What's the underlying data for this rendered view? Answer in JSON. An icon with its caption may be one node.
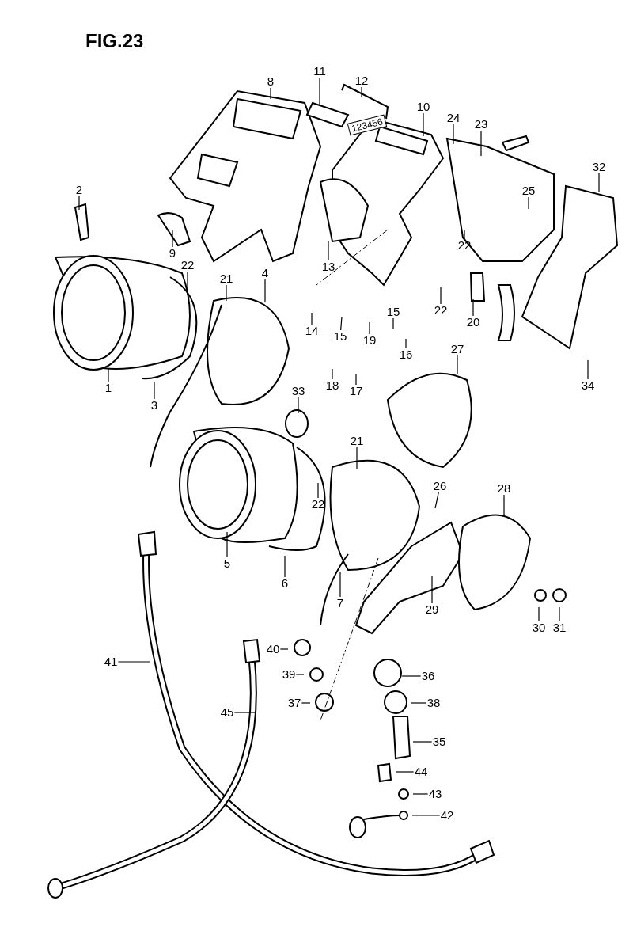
{
  "diagram": {
    "title": "FIG.23",
    "nodes": [
      {
        "text": [
          "1"
        ]
      },
      {
        "text": [
          "2"
        ]
      },
      {
        "text": [
          "3"
        ]
      },
      {
        "text": [
          "4"
        ]
      },
      {
        "text": [
          "5"
        ]
      },
      {
        "text": [
          "6"
        ]
      },
      {
        "text": [
          "7"
        ]
      },
      {
        "text": [
          "8"
        ]
      },
      {
        "text": [
          "9"
        ]
      },
      {
        "text": [
          "10"
        ]
      },
      {
        "text": [
          "11"
        ]
      },
      {
        "text": [
          "12"
        ]
      },
      {
        "text": [
          "13"
        ]
      },
      {
        "text": [
          "14"
        ]
      },
      {
        "text": [
          "15"
        ]
      },
      {
        "text": [
          "15"
        ]
      },
      {
        "text": [
          "16"
        ]
      },
      {
        "text": [
          "17"
        ]
      },
      {
        "text": [
          "18"
        ]
      },
      {
        "text": [
          "19"
        ]
      },
      {
        "text": [
          "20"
        ]
      },
      {
        "text": [
          "21"
        ]
      },
      {
        "text": [
          "21"
        ]
      },
      {
        "text": [
          "22"
        ]
      },
      {
        "text": [
          "22"
        ]
      },
      {
        "text": [
          "22"
        ]
      },
      {
        "text": [
          "22"
        ]
      },
      {
        "text": [
          "23"
        ]
      },
      {
        "text": [
          "24"
        ]
      },
      {
        "text": [
          "25"
        ]
      },
      {
        "text": [
          "26"
        ]
      },
      {
        "text": [
          "27"
        ]
      },
      {
        "text": [
          "28"
        ]
      },
      {
        "text": [
          "29"
        ]
      },
      {
        "text": [
          "30"
        ]
      },
      {
        "text": [
          "31"
        ]
      },
      {
        "text": [
          "32"
        ]
      },
      {
        "text": [
          "33"
        ]
      },
      {
        "text": [
          "34"
        ]
      },
      {
        "text": [
          "35"
        ]
      },
      {
        "text": [
          "36"
        ]
      },
      {
        "text": [
          "37"
        ]
      },
      {
        "text": [
          "38"
        ]
      },
      {
        "text": [
          "39"
        ]
      },
      {
        "text": [
          "40"
        ]
      },
      {
        "text": [
          "41"
        ]
      },
      {
        "text": [
          "42"
        ]
      },
      {
        "text": [
          "43"
        ]
      },
      {
        "text": [
          "44"
        ]
      },
      {
        "text": [
          "45"
        ]
      }
    ],
    "edges": [
      {
        "from": 0,
        "to": null,
        "arrow": "none"
      },
      {
        "from": 1,
        "to": null,
        "arrow": "none"
      },
      {
        "from": 2,
        "to": null,
        "arrow": "none"
      },
      {
        "from": 3,
        "to": null,
        "arrow": "none"
      },
      {
        "from": 4,
        "to": null,
        "arrow": "none"
      },
      {
        "from": 5,
        "to": null,
        "arrow": "none"
      },
      {
        "from": 6,
        "to": null,
        "arrow": "none"
      },
      {
        "from": 7,
        "to": null,
        "arrow": "none"
      },
      {
        "from": 8,
        "to": null,
        "arrow": "none"
      },
      {
        "from": 9,
        "to": null,
        "arrow": "none"
      },
      {
        "from": 10,
        "to": null,
        "arrow": "none"
      },
      {
        "from": 11,
        "to": null,
        "arrow": "none"
      },
      {
        "from": 12,
        "to": null,
        "arrow": "none"
      },
      {
        "from": 13,
        "to": null,
        "arrow": "none"
      },
      {
        "from": 14,
        "to": null,
        "arrow": "none"
      },
      {
        "from": 15,
        "to": null,
        "arrow": "none"
      },
      {
        "from": 16,
        "to": null,
        "arrow": "none"
      },
      {
        "from": 17,
        "to": null,
        "arrow": "none"
      },
      {
        "from": 18,
        "to": null,
        "arrow": "none"
      },
      {
        "from": 19,
        "to": null,
        "arrow": "none"
      },
      {
        "from": 20,
        "to": null,
        "arrow": "none"
      },
      {
        "from": 21,
        "to": null,
        "arrow": "none"
      },
      {
        "from": 22,
        "to": null,
        "arrow": "none"
      },
      {
        "from": 23,
        "to": null,
        "arrow": "none"
      },
      {
        "from": 24,
        "to": null,
        "arrow": "none"
      },
      {
        "from": 25,
        "to": null,
        "arrow": "none"
      },
      {
        "from": 26,
        "to": null,
        "arrow": "none"
      },
      {
        "from": 27,
        "to": null,
        "arrow": "none"
      },
      {
        "from": 28,
        "to": null,
        "arrow": "none"
      },
      {
        "from": 29,
        "to": null,
        "arrow": "none"
      },
      {
        "from": 30,
        "to": null,
        "arrow": "none"
      },
      {
        "from": 31,
        "to": null,
        "arrow": "none"
      },
      {
        "from": 32,
        "to": null,
        "arrow": "none"
      },
      {
        "from": 33,
        "to": null,
        "arrow": "none"
      },
      {
        "from": 34,
        "to": null,
        "arrow": "none"
      },
      {
        "from": 35,
        "to": null,
        "arrow": "none"
      },
      {
        "from": 36,
        "to": null,
        "arrow": "none"
      },
      {
        "from": 37,
        "to": null,
        "arrow": "none"
      },
      {
        "from": 38,
        "to": null,
        "arrow": "none"
      },
      {
        "from": 39,
        "to": null,
        "arrow": "none"
      },
      {
        "from": 40,
        "to": null,
        "arrow": "none"
      },
      {
        "from": 41,
        "to": null,
        "arrow": "none"
      },
      {
        "from": 42,
        "to": null,
        "arrow": "none"
      },
      {
        "from": 43,
        "to": null,
        "arrow": "none"
      },
      {
        "from": 44,
        "to": null,
        "arrow": "none"
      },
      {
        "from": 45,
        "to": null,
        "arrow": "none"
      },
      {
        "from": 46,
        "to": null,
        "arrow": "none"
      },
      {
        "from": 47,
        "to": null,
        "arrow": "none"
      },
      {
        "from": 48,
        "to": null,
        "arrow": "none"
      },
      {
        "from": 49,
        "to": null,
        "arrow": "none"
      }
    ],
    "labels": [
      "123456"
    ]
  }
}
